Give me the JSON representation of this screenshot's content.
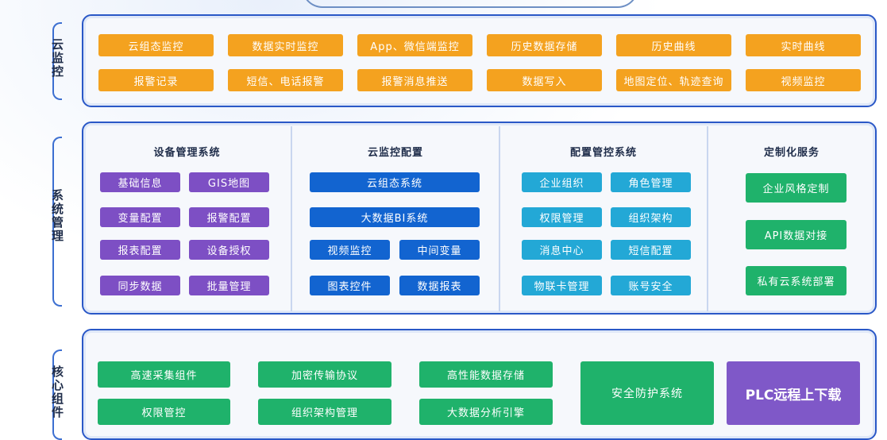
{
  "cloud_monitor": {
    "label": "云监控",
    "rows": [
      [
        "云组态监控",
        "数据实时监控",
        "App、微信端监控",
        "历史数据存储",
        "历史曲线",
        "实时曲线"
      ],
      [
        "报警记录",
        "短信、电话报警",
        "报警消息推送",
        "数据写入",
        "地图定位、轨迹查询",
        "视频监控"
      ]
    ]
  },
  "system_management": {
    "label": "系统管理",
    "device": {
      "title": "设备管理系统",
      "items": [
        "基础信息",
        "GIS地图",
        "变量配置",
        "报警配置",
        "报表配置",
        "设备授权",
        "同步数据",
        "批量管理"
      ]
    },
    "cloud_config": {
      "title": "云监控配置",
      "wide_items": [
        "云组态系统",
        "大数据BI系统"
      ],
      "items": [
        "视频监控",
        "中间变量",
        "图表控件",
        "数据报表"
      ]
    },
    "config_control": {
      "title": "配置管控系统",
      "items": [
        "企业组织",
        "角色管理",
        "权限管理",
        "组织架构",
        "消息中心",
        "短信配置",
        "物联卡管理",
        "账号安全"
      ]
    },
    "custom_service": {
      "title": "定制化服务",
      "items": [
        "企业风格定制",
        "API数据对接",
        "私有云系统部署"
      ]
    }
  },
  "core_components": {
    "label": "核心组件",
    "rows": [
      [
        "高速采集组件",
        "加密传输协议",
        "高性能数据存储"
      ],
      [
        "权限管控",
        "组织架构管理",
        "大数据分析引擎"
      ]
    ],
    "security": "安全防护系统",
    "plc": "PLC远程上下载"
  },
  "colors": {
    "orange": "#f4a21f",
    "purple": "#7d4fc4",
    "blue": "#1264d0",
    "cyan": "#23a8d6",
    "green": "#1fb26b",
    "frame": "#2a58c7"
  }
}
